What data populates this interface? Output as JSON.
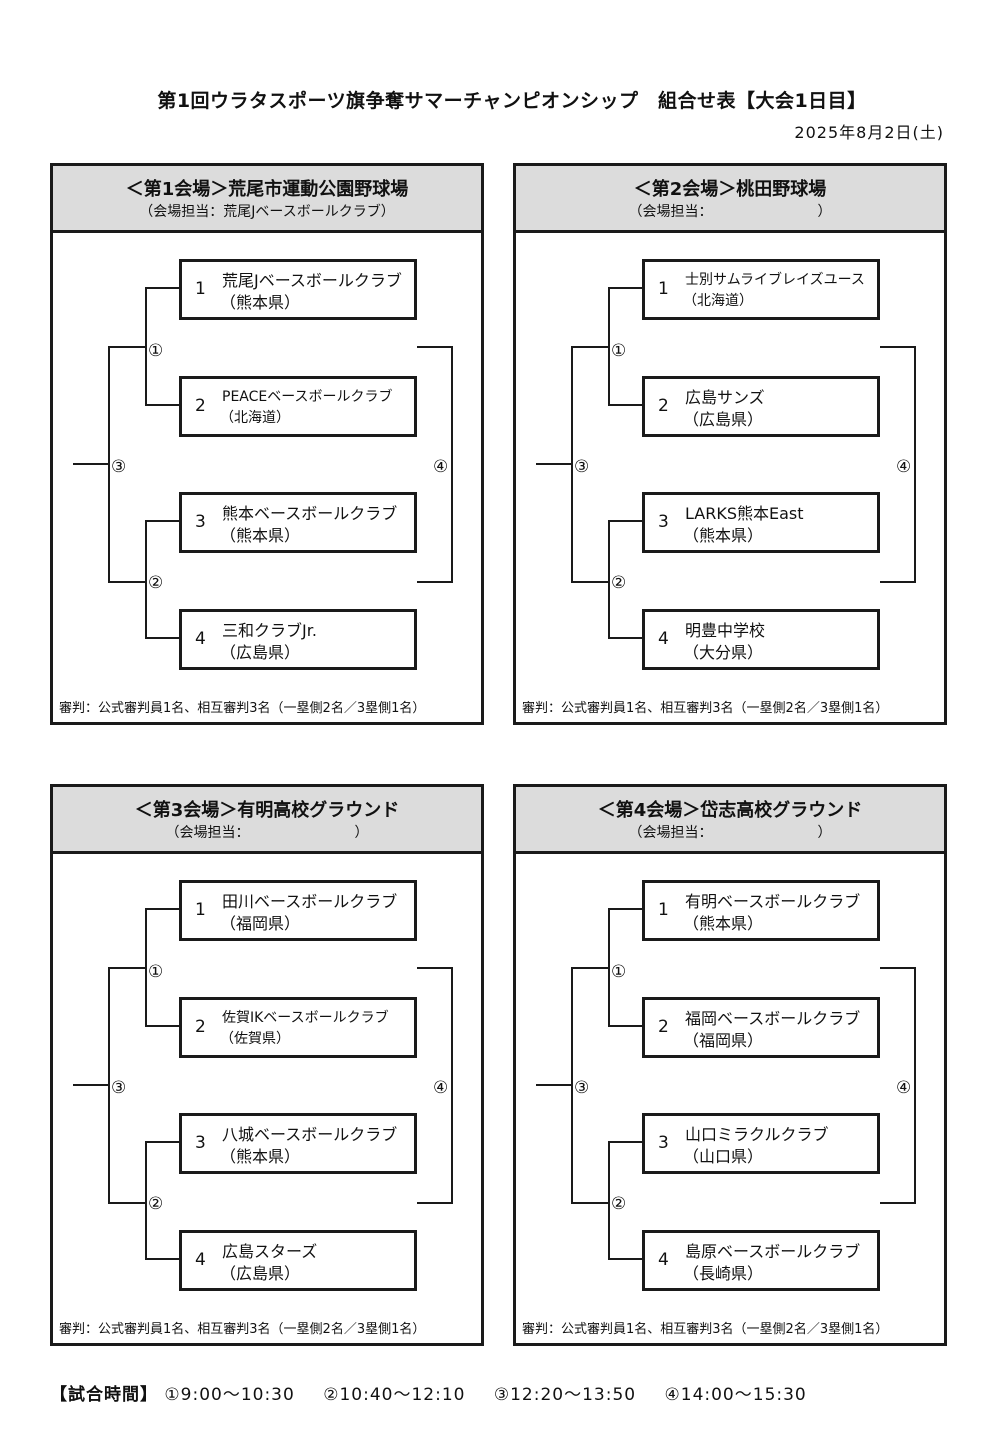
{
  "title": "第1回ウラタスポーツ旗争奪サマーチャンピオンシップ　組合せ表【大会1日目】",
  "date": "2025年8月2日(土)",
  "venues": [
    {
      "name": "＜第1会場＞荒尾市運動公園野球場",
      "manager": "（会場担当：荒尾Jベースボールクラブ）",
      "teams": [
        {
          "seed": "1",
          "name": "荒尾Jベースボールクラブ",
          "pref": "（熊本県）"
        },
        {
          "seed": "2",
          "name": "PEACEベースボールクラブ",
          "pref": "（北海道）"
        },
        {
          "seed": "3",
          "name": "熊本ベースボールクラブ",
          "pref": "（熊本県）"
        },
        {
          "seed": "4",
          "name": "三和クラブJr.",
          "pref": "（広島県）"
        }
      ],
      "match_labels": [
        "①",
        "②",
        "③",
        "④"
      ],
      "referee": "審判：公式審判員1名、相互審判3名（一塁側2名／3塁側1名）"
    },
    {
      "name": "＜第2会場＞桃田野球場",
      "manager": "（会場担当：　　　　　　　　）",
      "teams": [
        {
          "seed": "1",
          "name": "士別サムライブレイズユース",
          "pref": "（北海道）"
        },
        {
          "seed": "2",
          "name": "広島サンズ",
          "pref": "（広島県）"
        },
        {
          "seed": "3",
          "name": "LARKS熊本East",
          "pref": "（熊本県）"
        },
        {
          "seed": "4",
          "name": "明豊中学校",
          "pref": "（大分県）"
        }
      ],
      "match_labels": [
        "①",
        "②",
        "③",
        "④"
      ],
      "referee": "審判：公式審判員1名、相互審判3名（一塁側2名／3塁側1名）"
    },
    {
      "name": "＜第3会場＞有明高校グラウンド",
      "manager": "（会場担当：　　　　　　　　）",
      "teams": [
        {
          "seed": "1",
          "name": "田川ベースボールクラブ",
          "pref": "（福岡県）"
        },
        {
          "seed": "2",
          "name": "佐賀IKベースボールクラブ",
          "pref": "（佐賀県）"
        },
        {
          "seed": "3",
          "name": "八城ベースボールクラブ",
          "pref": "（熊本県）"
        },
        {
          "seed": "4",
          "name": "広島スターズ",
          "pref": "（広島県）"
        }
      ],
      "match_labels": [
        "①",
        "②",
        "③",
        "④"
      ],
      "referee": "審判：公式審判員1名、相互審判3名（一塁側2名／3塁側1名）"
    },
    {
      "name": "＜第4会場＞岱志高校グラウンド",
      "manager": "（会場担当：　　　　　　　　）",
      "teams": [
        {
          "seed": "1",
          "name": "有明ベースボールクラブ",
          "pref": "（熊本県）"
        },
        {
          "seed": "2",
          "name": "福岡ベースボールクラブ",
          "pref": "（福岡県）"
        },
        {
          "seed": "3",
          "name": "山口ミラクルクラブ",
          "pref": "（山口県）"
        },
        {
          "seed": "4",
          "name": "島原ベースボールクラブ",
          "pref": "（長崎県）"
        }
      ],
      "match_labels": [
        "①",
        "②",
        "③",
        "④"
      ],
      "referee": "審判：公式審判員1名、相互審判3名（一塁側2名／3塁側1名）"
    }
  ],
  "schedule": {
    "label": "【試合時間】",
    "times": [
      "①9:00～10:30",
      "②10:40～12:10",
      "③12:20～13:50",
      "④14:00～15:30"
    ]
  }
}
